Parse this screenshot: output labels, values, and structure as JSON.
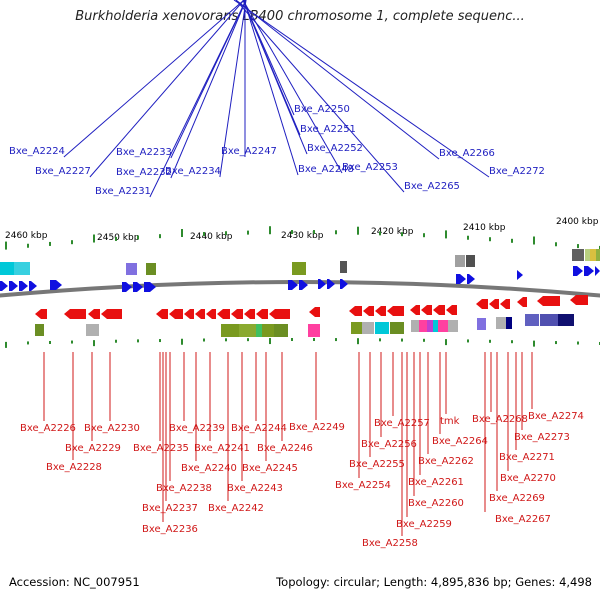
{
  "title": "Burkholderia xenovorans LB400 chromosome 1, complete sequenc...",
  "accession": "Accession: NC_007951",
  "topology": "Topology: circular; Length: 4,895,836 bp; Genes: 4,498",
  "kbp_labels": [
    "2460 kbp",
    "2450 kbp",
    "2440 kbp",
    "2430 kbp",
    "2420 kbp",
    "2410 kbp",
    "2400 kbp"
  ],
  "top_genes": [
    "Bxe_A2224",
    "Bxe_A2227",
    "Bxe_A2231",
    "Bxe_A2232",
    "Bxe_A2233",
    "Bxe_A2234",
    "Bxe_A2247",
    "Bxe_A2248",
    "Bxe_A2250",
    "Bxe_A2251",
    "Bxe_A2252",
    "Bxe_A2253",
    "Bxe_A2265",
    "Bxe_A2266",
    "Bxe_A2272"
  ],
  "bottom_genes": [
    "Bxe_A2226",
    "Bxe_A2228",
    "Bxe_A2229",
    "Bxe_A2230",
    "Bxe_A2235",
    "Bxe_A2236",
    "Bxe_A2237",
    "Bxe_A2238",
    "Bxe_A2239",
    "Bxe_A2240",
    "Bxe_A2241",
    "Bxe_A2242",
    "Bxe_A2243",
    "Bxe_A2244",
    "Bxe_A2245",
    "Bxe_A2246",
    "Bxe_A2249",
    "Bxe_A2254",
    "Bxe_A2255",
    "Bxe_A2256",
    "Bxe_A2257",
    "Bxe_A2258",
    "Bxe_A2259",
    "Bxe_A2260",
    "Bxe_A2261",
    "Bxe_A2262",
    "tmk",
    "Bxe_A2264",
    "Bxe_A2267",
    "Bxe_A2268",
    "Bxe_A2269",
    "Bxe_A2270",
    "Bxe_A2271",
    "Bxe_A2273",
    "Bxe_A2274"
  ],
  "colors": {
    "forward_gene": "#1010e0",
    "reverse_gene": "#e81010",
    "forward_label": "#1f1fc0",
    "reverse_label": "#d01818",
    "backbone": "#777777",
    "tick": "#2e8b2e"
  }
}
